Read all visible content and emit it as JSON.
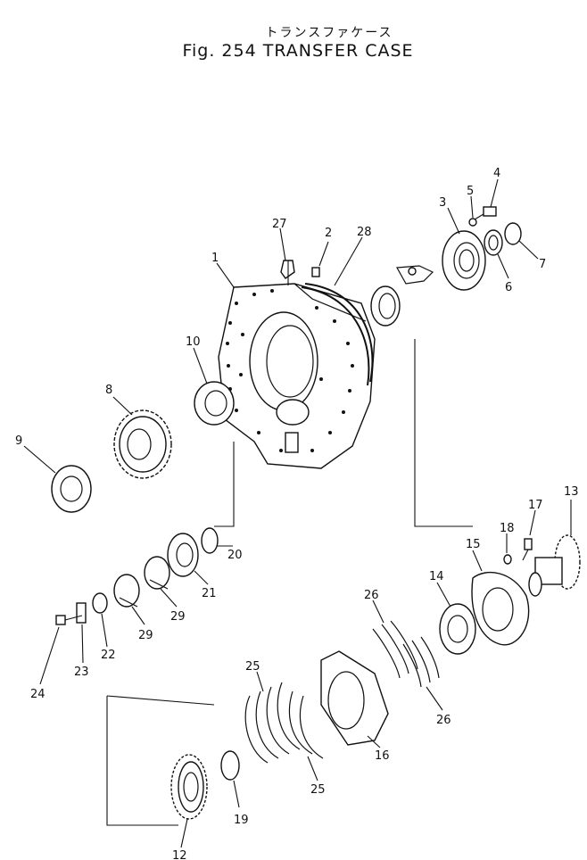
{
  "header": {
    "title_jp": "トランスファケース",
    "title_en": "Fig. 254 TRANSFER CASE"
  },
  "callouts": [
    "1",
    "2",
    "3",
    "4",
    "5",
    "6",
    "7",
    "8",
    "9",
    "10",
    "12",
    "13",
    "14",
    "15",
    "16",
    "17",
    "18",
    "19",
    "20",
    "21",
    "22",
    "23",
    "24",
    "25",
    "25",
    "26",
    "26",
    "27",
    "28",
    "29",
    "29"
  ]
}
